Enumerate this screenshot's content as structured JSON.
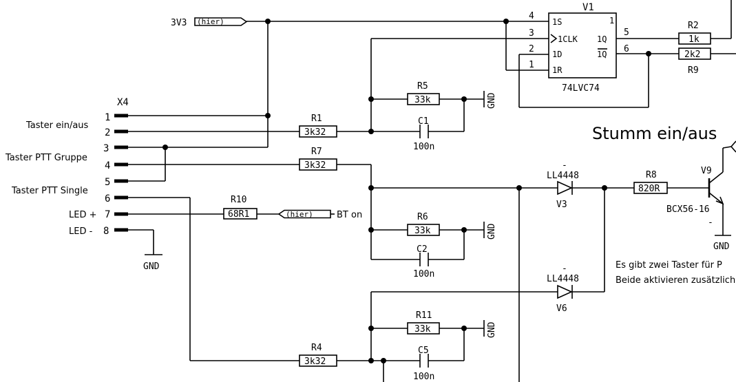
{
  "nets": {
    "v3v3": "3V3",
    "hier1": "(hier)",
    "hier2": "(hier)",
    "bt_on": "BT on",
    "gnd": "GND"
  },
  "connector": {
    "ref": "X4",
    "pins": [
      "1",
      "2",
      "3",
      "4",
      "5",
      "6",
      "7",
      "8"
    ],
    "labels": {
      "taster_ein_aus": "Taster ein/aus",
      "taster_ptt_gruppe": "Taster PTT Gruppe",
      "taster_ptt_single": "Taster PTT Single",
      "led_plus": "LED +",
      "led_minus": "LED -"
    }
  },
  "flipflop": {
    "ref": "V1",
    "part": "74LVC74",
    "pin_nums": {
      "s": "4",
      "clk": "3",
      "d": "2",
      "r": "1",
      "q": "5",
      "qn": "6",
      "top": "1"
    },
    "pin_names": {
      "s": "1S",
      "clk": "1CLK",
      "d": "1D",
      "r": "1R",
      "q": "1Q",
      "qn": "1Q"
    }
  },
  "resistors": {
    "R1": {
      "ref": "R1",
      "value": "3k32"
    },
    "R2": {
      "ref": "R2",
      "value": "1k"
    },
    "R4": {
      "ref": "R4",
      "value": "3k32"
    },
    "R5": {
      "ref": "R5",
      "value": "33k"
    },
    "R6": {
      "ref": "R6",
      "value": "33k"
    },
    "R7": {
      "ref": "R7",
      "value": "3k32"
    },
    "R8": {
      "ref": "R8",
      "value": "820R"
    },
    "R9": {
      "ref": "R9",
      "value": "2k2"
    },
    "R10": {
      "ref": "R10",
      "value": "68R1"
    },
    "R11": {
      "ref": "R11",
      "value": "33k"
    }
  },
  "capacitors": {
    "C1": {
      "ref": "C1",
      "value": "100n"
    },
    "C2": {
      "ref": "C2",
      "value": "100n"
    },
    "C5": {
      "ref": "C5",
      "value": "100n"
    }
  },
  "diodes": {
    "V3": {
      "ref": "V3",
      "part": "LL4448",
      "dash": "-"
    },
    "V6": {
      "ref": "V6",
      "part": "LL4448",
      "dash": "-"
    }
  },
  "transistor": {
    "ref": "V9",
    "part": "BCX56-16",
    "dash": "-"
  },
  "heading": "Stumm ein/aus",
  "notes": [
    "Es gibt zwei Taster für P",
    "Beide aktivieren zusätzlich"
  ]
}
